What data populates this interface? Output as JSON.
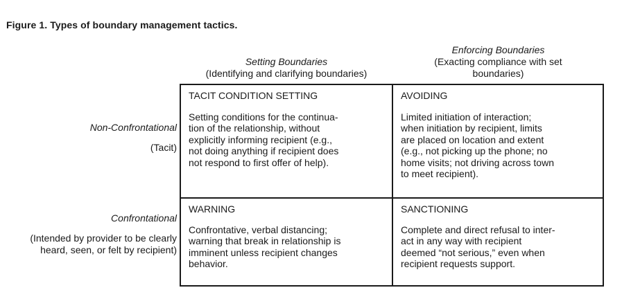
{
  "figure": {
    "title": "Figure 1. Types of boundary management tactics."
  },
  "columns": {
    "setting": {
      "title": "Setting Boundaries",
      "subtitle": "(Identifying and clarifying boundaries)"
    },
    "enforcing": {
      "title": "Enforcing Boundaries",
      "subtitle": "(Exacting compliance with set boundaries)"
    }
  },
  "rows": {
    "non_confrontational": {
      "title": "Non-Confrontational",
      "subtitle": "(Tacit)"
    },
    "confrontational": {
      "title": "Confrontational",
      "subtitle": "(Intended by provider to be clearly heard, seen, or felt by recipient)"
    }
  },
  "cells": {
    "tacit_condition_setting": {
      "title": "TACIT CONDITION SETTING",
      "body": "Setting conditions for the continua-\ntion of the relationship, without\nexplicitly informing recipient (e.g.,\nnot doing anything if recipient does\nnot respond to first offer of help)."
    },
    "avoiding": {
      "title": "AVOIDING",
      "body": "Limited initiation of interaction;\nwhen initiation by recipient, limits\nare placed on location and extent\n(e.g., not picking up the phone; no\nhome visits; not driving across town\nto meet recipient)."
    },
    "warning": {
      "title": "WARNING",
      "body": "Confrontative, verbal distancing;\nwarning that break in relationship is\nimminent unless recipient changes\nbehavior."
    },
    "sanctioning": {
      "title": "SANCTIONING",
      "body": "Complete and direct refusal to inter-\nact in any way with recipient\ndeemed “not serious,” even when\nrecipient requests support."
    }
  }
}
